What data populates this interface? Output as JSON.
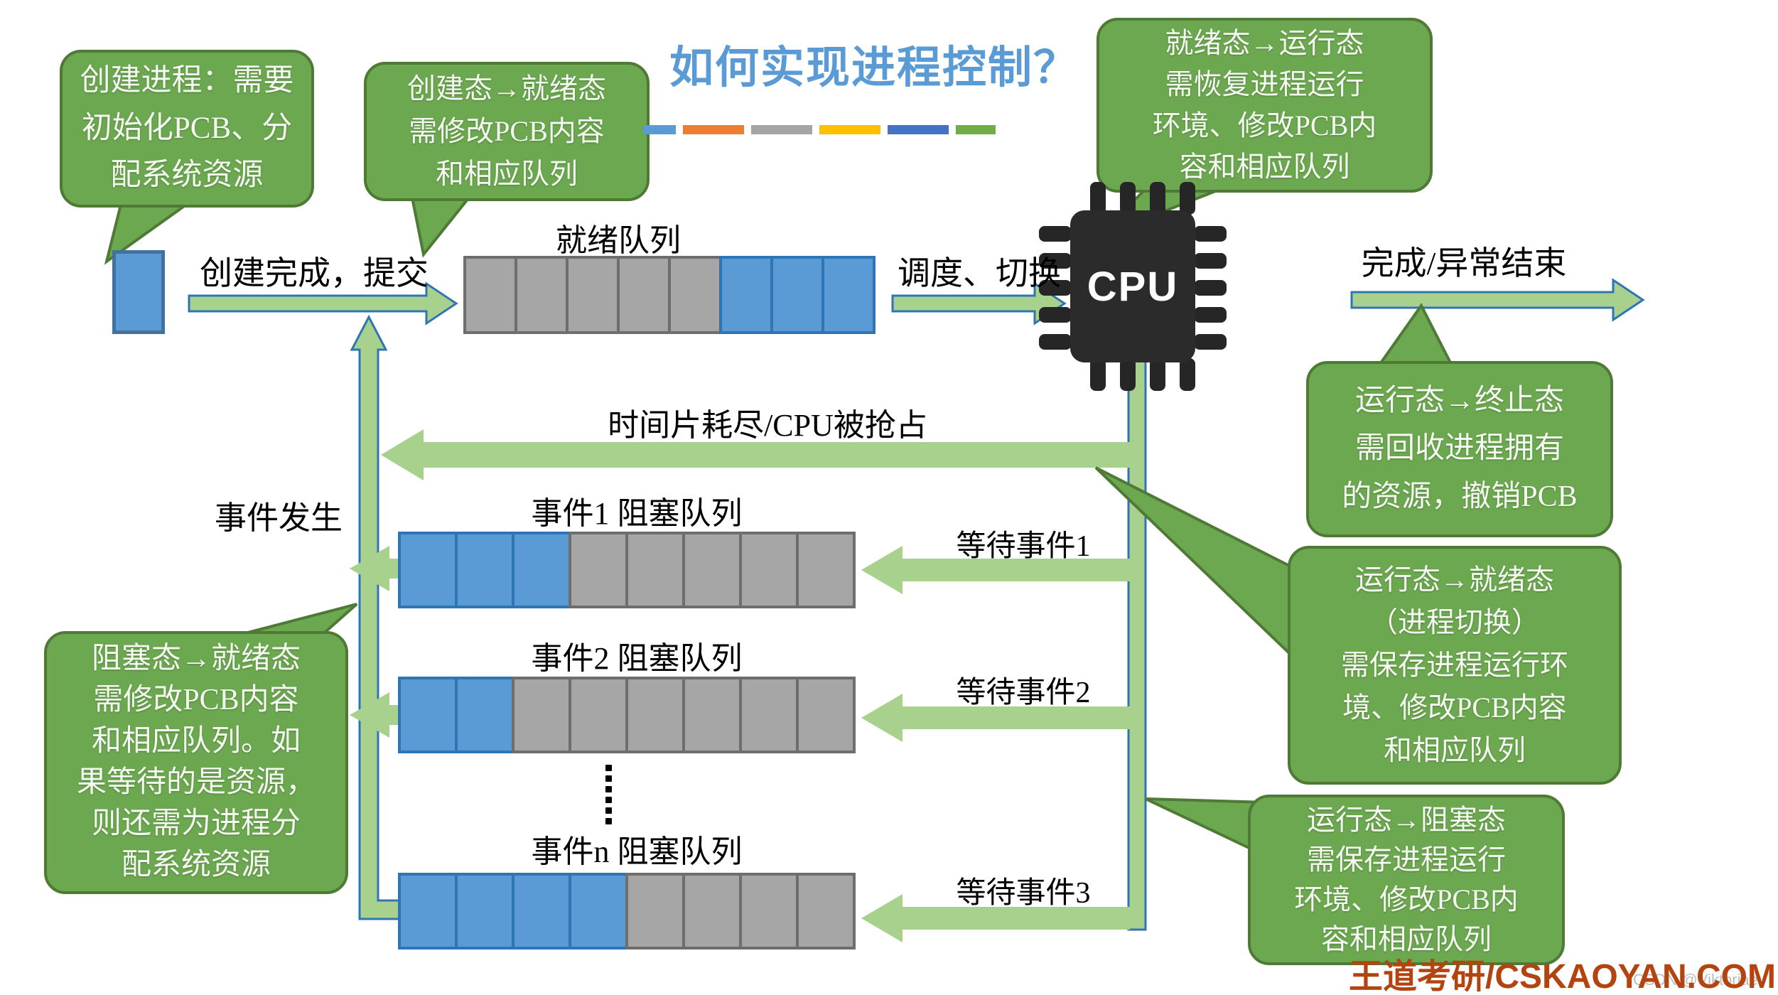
{
  "title": {
    "text": "如何实现进程控制？",
    "color": "#5B9BD5",
    "underline_colors": [
      "#5B9BD5",
      "#ED7D31",
      "#A5A5A5",
      "#FFC000",
      "#4472C4",
      "#70AD47"
    ]
  },
  "cpu": {
    "label": "CPU"
  },
  "labels": {
    "create_done": "创建完成，提交",
    "dispatch": "调度、切换",
    "finish": "完成/异常结束",
    "timeslice": "时间片耗尽/CPU被抢占",
    "event_occurs": "事件发生",
    "wait_event1": "等待事件1",
    "wait_event2": "等待事件2",
    "wait_event3": "等待事件3"
  },
  "queues": {
    "ready": {
      "label": "就绪队列",
      "cells": [
        "gray",
        "gray",
        "gray",
        "gray",
        "gray",
        "blue",
        "blue",
        "blue"
      ]
    },
    "event1": {
      "label": "事件1 阻塞队列",
      "cells": [
        "blue",
        "blue",
        "blue",
        "gray",
        "gray",
        "gray",
        "gray",
        "gray"
      ]
    },
    "event2": {
      "label": "事件2 阻塞队列",
      "cells": [
        "blue",
        "blue",
        "gray",
        "gray",
        "gray",
        "gray",
        "gray",
        "gray"
      ]
    },
    "eventn": {
      "label": "事件n 阻塞队列",
      "cells": [
        "blue",
        "blue",
        "blue",
        "blue",
        "gray",
        "gray",
        "gray",
        "gray"
      ]
    }
  },
  "bubbles": {
    "create": {
      "lines": [
        "创建进程：需要",
        "初始化PCB、分",
        "配系统资源"
      ]
    },
    "create_to_ready": {
      "lines": [
        "创建态→就绪态",
        "需修改PCB内容",
        "和相应队列"
      ]
    },
    "ready_to_running": {
      "lines": [
        "就绪态→运行态",
        "需恢复进程运行",
        "环境、修改PCB内",
        "容和相应队列"
      ]
    },
    "running_to_terminated": {
      "lines": [
        "运行态→终止态",
        "需回收进程拥有",
        "的资源，撤销PCB"
      ]
    },
    "running_to_ready": {
      "lines": [
        "运行态→就绪态",
        "（进程切换）",
        "需保存进程运行环",
        "境、修改PCB内容",
        "和相应队列"
      ]
    },
    "running_to_blocked": {
      "lines": [
        "运行态→阻塞态",
        "需保存进程运行",
        "环境、修改PCB内",
        "容和相应队列"
      ]
    },
    "blocked_to_ready": {
      "lines": [
        "阻塞态→就绪态",
        "需修改PCB内容",
        "和相应队列。如",
        "果等待的是资源，",
        "则还需为进程分",
        "配系统资源"
      ]
    }
  },
  "footer": {
    "brand": "王道考研/CSKAOYAN.COM",
    "brand_color": "#B3430F",
    "watermark": "CSDN @Viktoriae"
  },
  "colors": {
    "bubble_fill": "#6CA850",
    "bubble_border": "#4E7A35",
    "arrow_fill": "#A9D18E",
    "arrow_border": "#2E75B6",
    "queue_gray": "#A6A6A6",
    "queue_blue": "#5B9BD5",
    "cpu_body": "#2b2b2b"
  }
}
